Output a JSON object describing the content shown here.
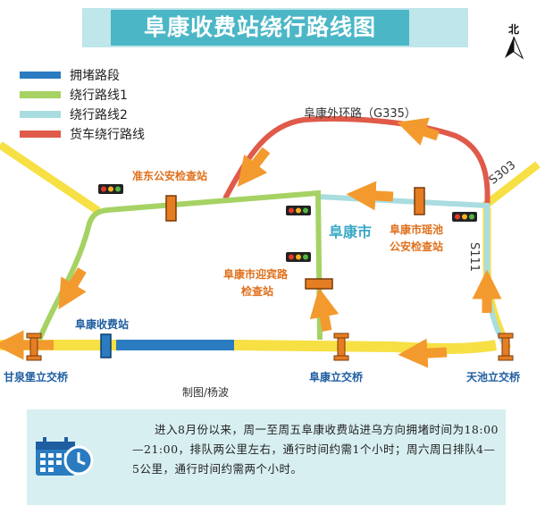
{
  "title": "阜康收费站绕行路线图",
  "compass_label": "北",
  "legend": [
    {
      "label": "拥堵路段",
      "color": "#2a7bc0"
    },
    {
      "label": "绕行路线1",
      "color": "#a6d264"
    },
    {
      "label": "绕行路线2",
      "color": "#a9dde0"
    },
    {
      "label": "货车绕行路线",
      "color": "#e05a4a"
    }
  ],
  "map_labels": {
    "ring_road": "阜康外环路（G335）",
    "s303": "S303",
    "s111": "S111",
    "city": "阜康市",
    "zhundong_checkpoint": "准东公安检查站",
    "yaochi_checkpoint_line1": "阜康市瑶池",
    "yaochi_checkpoint_line2": "公安检查站",
    "yingbin_checkpoint_line1": "阜康市迎宾路",
    "yingbin_checkpoint_line2": "检查站",
    "toll_station": "阜康收费站",
    "ganquanbao_bridge": "甘泉堡立交桥",
    "fukang_bridge": "阜康立交桥",
    "tianchi_bridge": "天池立交桥",
    "credit": "制图/杨波"
  },
  "info_text": "进入8月份以来，周一至周五阜康收费站进乌方向拥堵时间为18:00—21:00，排队两公里左右，通行时间约需1个小时；周六周日排队4—5公里，通行时间约需两个小时。"
}
